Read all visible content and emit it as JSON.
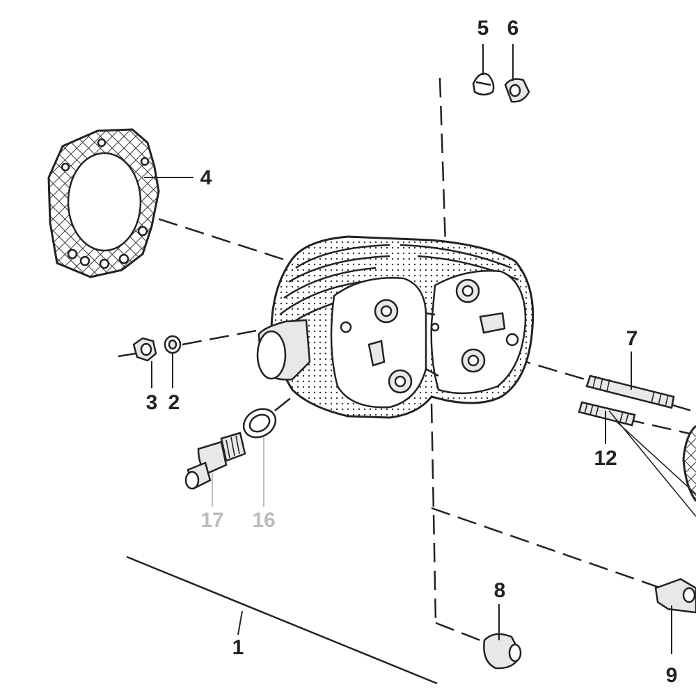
{
  "callouts": [
    {
      "id": "1",
      "label": "1",
      "faded": false
    },
    {
      "id": "2",
      "label": "2",
      "faded": false
    },
    {
      "id": "3",
      "label": "3",
      "faded": false
    },
    {
      "id": "4",
      "label": "4",
      "faded": false
    },
    {
      "id": "5",
      "label": "5",
      "faded": false
    },
    {
      "id": "6",
      "label": "6",
      "faded": false
    },
    {
      "id": "7",
      "label": "7",
      "faded": false
    },
    {
      "id": "8",
      "label": "8",
      "faded": false
    },
    {
      "id": "9",
      "label": "9",
      "faded": false
    },
    {
      "id": "12",
      "label": "12",
      "faded": false
    },
    {
      "id": "16",
      "label": "16",
      "faded": true
    },
    {
      "id": "17",
      "label": "17",
      "faded": true
    }
  ],
  "colors": {
    "ink": "#222222",
    "faded": "#bcbcbc",
    "background": "#ffffff"
  }
}
